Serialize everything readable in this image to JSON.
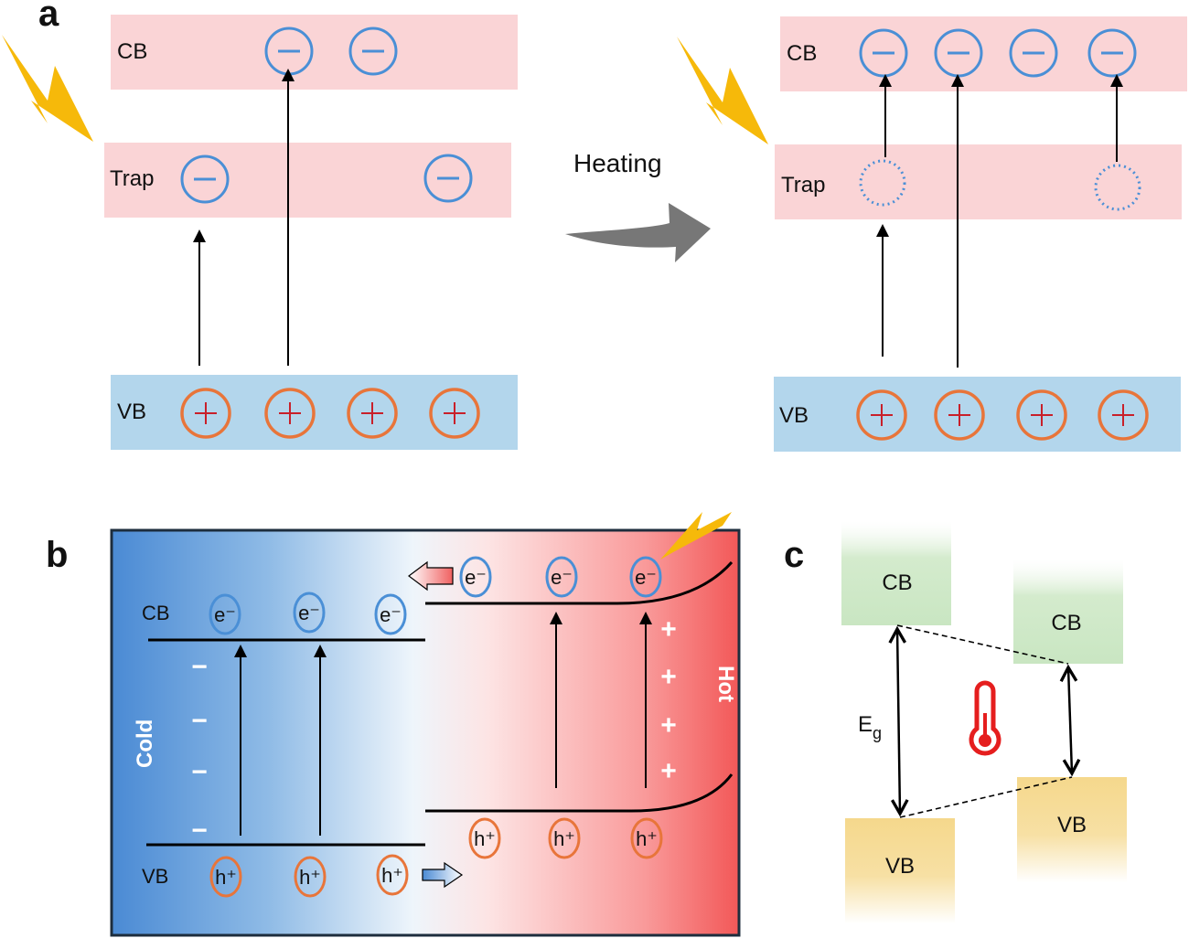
{
  "panels": {
    "a": {
      "letter": "a",
      "heating_label": "Heating",
      "left": {
        "cb_label": "CB",
        "trap_label": "Trap",
        "vb_label": "VB",
        "electron_symbol": "−",
        "hole_symbol": "+"
      },
      "right": {
        "cb_label": "CB",
        "trap_label": "Trap",
        "vb_label": "VB",
        "electron_symbol": "−",
        "hole_symbol": "+"
      }
    },
    "b": {
      "letter": "b",
      "cb_label": "CB",
      "vb_label": "VB",
      "electron_label": "e⁻",
      "hole_label": "h⁺",
      "cold_label": "Cold",
      "hot_label": "Hot",
      "minus_sign": "−",
      "plus_sign": "+"
    },
    "c": {
      "letter": "c",
      "cb_left": "CB",
      "cb_right": "CB",
      "vb_left": "VB",
      "vb_right": "VB",
      "eg_main": "E",
      "eg_sub": "g"
    }
  },
  "colors": {
    "band_pink": "#fad4d6",
    "band_blue": "#b3d6ec",
    "electron_blue": "#4a8fd6",
    "hole_orange": "#e8753a",
    "hole_plus_red": "#c8202a",
    "lightning": "#f6b90a",
    "heating_arrow": "#777777",
    "cold_blue": "#4a8ad4",
    "hot_red": "#f46464",
    "cb_green": "#cfe8c8",
    "vb_yellow": "#f5d78a",
    "thermometer_red": "#e51e1e"
  }
}
